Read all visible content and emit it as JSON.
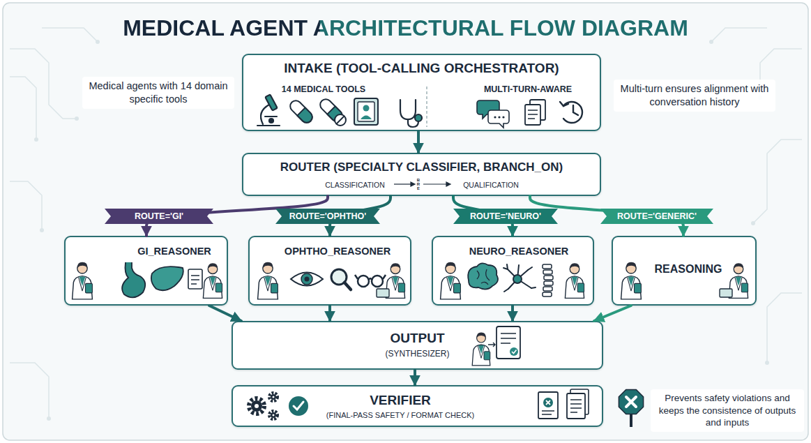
{
  "diagram": {
    "title": "MEDICAL AGENT ARCHITECTURAL FLOW DIAGRAM",
    "nodes": [
      {
        "text": [
          "INTAKE (TOOL-CALLING ORCHESTRATOR)",
          "14 MEDICAL TOOLS",
          "MULTI-TURN-AWARE"
        ]
      },
      {
        "text": [
          "ROUTER (SPECIALTY CLASSIFIER, BRANCH_ON)",
          "CLASSIFICATION",
          "BRE",
          "QUALIFICATION"
        ]
      },
      {
        "text": [
          "GI_REASONER"
        ]
      },
      {
        "text": [
          "OPHTHO_REASONER"
        ]
      },
      {
        "text": [
          "NEURO_REASONER"
        ]
      },
      {
        "text": [
          "REASONING"
        ]
      },
      {
        "text": [
          "OUTPUT",
          "(SYNTHESIZER)"
        ]
      },
      {
        "text": [
          "VERIFIER",
          "(FINAL-PASS SAFETY / FORMAT CHECK)"
        ]
      }
    ],
    "edges": [
      {
        "from": 0,
        "to": 1,
        "arrow": "to"
      },
      {
        "from": 1,
        "to": 2,
        "label": "ROUTE='GI'",
        "arrow": "to"
      },
      {
        "from": 1,
        "to": 3,
        "label": "ROUTE='OPHTHO'",
        "arrow": "to"
      },
      {
        "from": 1,
        "to": 4,
        "label": "ROUTE='NEURO'",
        "arrow": "to"
      },
      {
        "from": 1,
        "to": 5,
        "label": "ROUTE='GENERIC'",
        "arrow": "to"
      },
      {
        "from": 2,
        "to": 6,
        "arrow": "to"
      },
      {
        "from": 3,
        "to": 6,
        "arrow": "to"
      },
      {
        "from": 4,
        "to": 6,
        "arrow": "to"
      },
      {
        "from": 5,
        "to": 6,
        "arrow": "to"
      },
      {
        "from": 6,
        "to": 7,
        "arrow": "to"
      }
    ],
    "labels": [
      "Medical agents with 14 domain specific tools",
      "Multi-turn ensures alignment with conversation history",
      "Prevents safety violations and keeps the consistence of outputs and inputs"
    ]
  }
}
